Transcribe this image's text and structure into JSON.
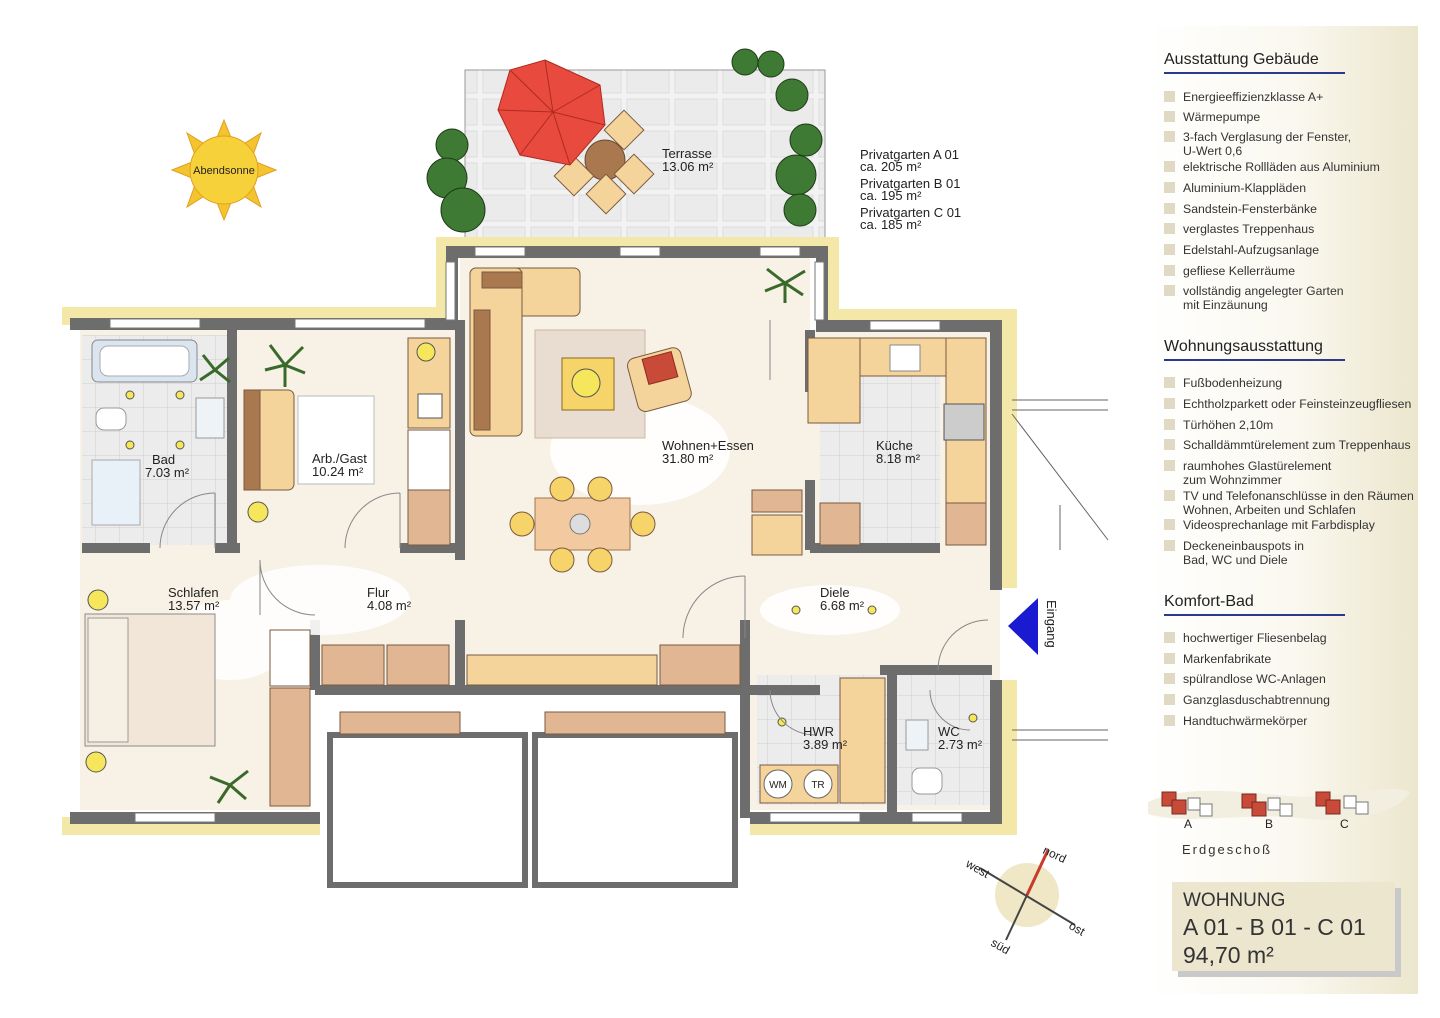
{
  "plan": {
    "sun_label": "Abendsonne",
    "entrance_label": "Eingang",
    "rooms": [
      {
        "name": "Terrasse",
        "area": "13.06 m²"
      },
      {
        "name": "Bad",
        "area": "7.03 m²"
      },
      {
        "name": "Arb./Gast",
        "area": "10.24 m²"
      },
      {
        "name": "Wohnen+Essen",
        "area": "31.80 m²"
      },
      {
        "name": "Küche",
        "area": "8.18 m²"
      },
      {
        "name": "Schlafen",
        "area": "13.57 m²"
      },
      {
        "name": "Flur",
        "area": "4.08 m²"
      },
      {
        "name": "Diele",
        "area": "6.68 m²"
      },
      {
        "name": "HWR",
        "area": "3.89 m²"
      },
      {
        "name": "WC",
        "area": "2.73 m²"
      }
    ],
    "appliances": [
      "WM",
      "TR"
    ],
    "gardens": [
      {
        "name": "Privatgarten A 01",
        "area": "ca. 205 m²"
      },
      {
        "name": "Privatgarten B 01",
        "area": "ca. 195 m²"
      },
      {
        "name": "Privatgarten C 01",
        "area": "ca. 185 m²"
      }
    ],
    "compass": {
      "north": "nord",
      "south": "süd",
      "east": "ost",
      "west": "west"
    }
  },
  "panel": {
    "sections": [
      {
        "title": "Ausstattung Gebäude",
        "items": [
          "Energieeffizienzklasse A+",
          "Wärmepumpe",
          "3-fach Verglasung der Fenster,\nU-Wert 0,6",
          "elektrische Rollläden aus Aluminium",
          "Aluminium-Klappläden",
          "Sandstein-Fensterbänke",
          "verglastes Treppenhaus",
          "Edelstahl-Aufzugsanlage",
          "gefliese Kellerräume",
          "vollständig angelegter Garten\nmit Einzäunung"
        ]
      },
      {
        "title": "Wohnungsausstattung",
        "items": [
          "Fußbodenheizung",
          "Echtholzparkett oder Feinsteinzeugfliesen",
          "Türhöhen 2,10m",
          "Schalldämmtürelement zum Treppenhaus",
          "raumhohes Glastürelement\nzum Wohnzimmer",
          "TV und Telefonanschlüsse in den Räumen\nWohnen, Arbeiten und Schlafen",
          "Videosprechanlage mit Farbdisplay",
          "Deckeneinbauspots in\nBad, WC und Diele"
        ]
      },
      {
        "title": "Komfort-Bad",
        "items": [
          "hochwertiger Fliesenbelag",
          "Markenfabrikate",
          "spülrandlose WC-Anlagen",
          "Ganzglasduschabtrennung",
          "Handtuchwärmekörper"
        ]
      }
    ],
    "site_labels": [
      "A",
      "B",
      "C"
    ],
    "floor": "Erdgeschoß",
    "unit": {
      "title": "WOHNUNG",
      "ids": "A 01 - B 01 - C 01",
      "area": "94,70 m²"
    }
  },
  "colors": {
    "wall": "#6d6d6d",
    "wall_trim": "#f4e8a8",
    "floor": "#f7f1e6",
    "tile": "#e6e6e6",
    "furniture": "#e0b693",
    "entrance": "#1a1ad0"
  }
}
